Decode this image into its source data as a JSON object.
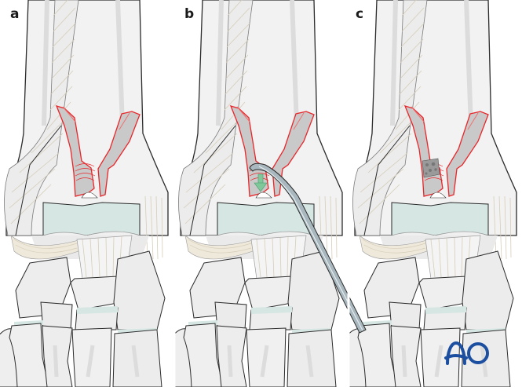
{
  "figure": {
    "panels": [
      {
        "label": "a",
        "instrument": false,
        "graft": false
      },
      {
        "label": "b",
        "instrument": true,
        "graft": false
      },
      {
        "label": "c",
        "instrument": false,
        "graft": true
      }
    ],
    "logo": {
      "text": "AO",
      "color": "#1d4fa0"
    },
    "colors": {
      "bone_fill": "#efefef",
      "bone_shade": "#e2e2e2",
      "bone_outline": "#2b2b2b",
      "fracture_outline": "#e8262a",
      "fracture_fill": "#c9c9c9",
      "cartilage": "#d5e6e3",
      "ligament_fibers": "#d6cdb8",
      "instrument": "#a9b8bf",
      "arrow": "#7ec89a"
    }
  }
}
